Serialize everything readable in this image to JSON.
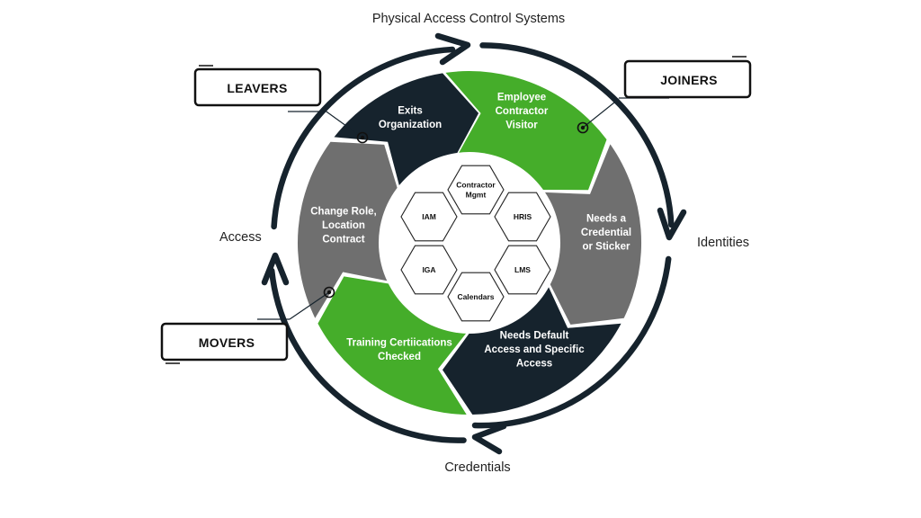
{
  "outer_labels": {
    "top": "Physical Access Control Systems",
    "right": "Identities",
    "bottom": "Credentials",
    "left": "Access"
  },
  "segments": [
    {
      "lines": [
        "Employee",
        "Contractor",
        "Visitor"
      ],
      "color": "#45ad2a"
    },
    {
      "lines": [
        "Needs a",
        "Credential",
        "or Sticker"
      ],
      "color": "#6f6f6f"
    },
    {
      "lines": [
        "Needs Default",
        "Access and Specific",
        "Access"
      ],
      "color": "#16232d"
    },
    {
      "lines": [
        "Training Certiications",
        "Checked"
      ],
      "color": "#45ad2a"
    },
    {
      "lines": [
        "Change Role,",
        "Location",
        "Contract"
      ],
      "color": "#6f6f6f"
    },
    {
      "lines": [
        "Exits",
        "Organization"
      ],
      "color": "#16232d"
    }
  ],
  "hexagons": [
    {
      "lines": [
        "Contractor",
        "Mgmt"
      ]
    },
    {
      "lines": [
        "HRIS"
      ]
    },
    {
      "lines": [
        "LMS"
      ]
    },
    {
      "lines": [
        "Calendars"
      ]
    },
    {
      "lines": [
        "IGA"
      ]
    },
    {
      "lines": [
        "IAM"
      ]
    }
  ],
  "tags": {
    "leavers": "LEAVERS",
    "joiners": "JOINERS",
    "movers": "MOVERS"
  },
  "colors": {
    "ring": "#16232d",
    "green": "#45ad2a",
    "gray": "#6f6f6f",
    "navy": "#16232d"
  }
}
